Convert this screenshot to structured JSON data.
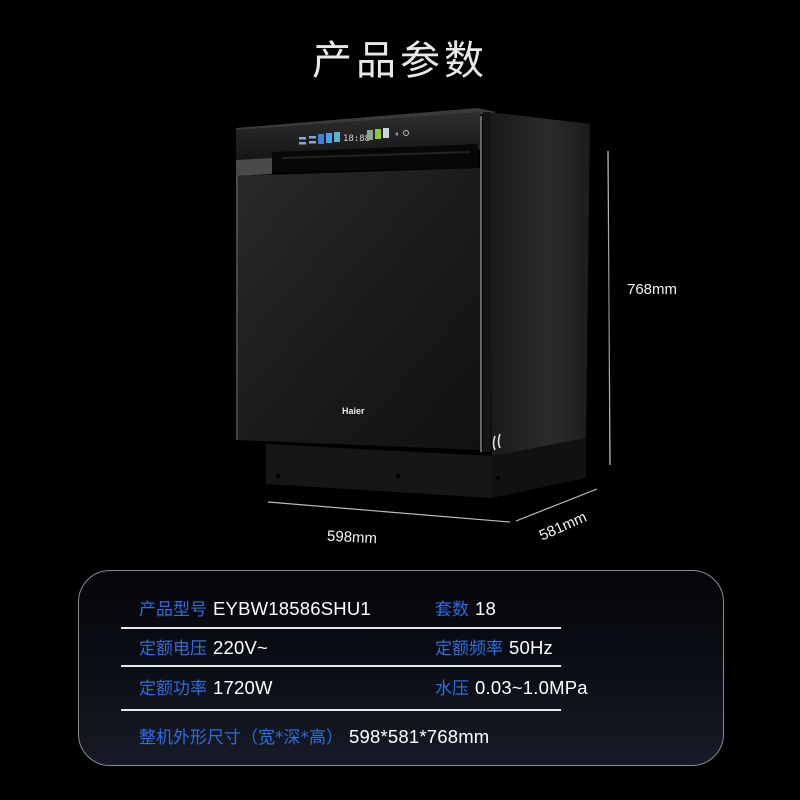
{
  "page": {
    "title": "产品参数",
    "background_color": "#000000"
  },
  "product_image": {
    "brand_logo": "Haier",
    "control_panel_display": "18:88",
    "dimension_labels": {
      "height": "768mm",
      "width": "598mm",
      "depth": "581mm"
    }
  },
  "specs_card": {
    "label_color": "#2f6de0",
    "value_color": "#ffffff",
    "rows": [
      {
        "left": {
          "label": "产品型号",
          "value": "EYBW18586SHU1"
        },
        "right": {
          "label": "套数",
          "value": "18"
        }
      },
      {
        "left": {
          "label": "定额电压",
          "value": "220V~"
        },
        "right": {
          "label": "定额频率",
          "value": "50Hz"
        }
      },
      {
        "left": {
          "label": "定额功率",
          "value": "1720W"
        },
        "right": {
          "label": "水压",
          "value": "0.03~1.0MPa"
        }
      }
    ],
    "dimensions_row": {
      "label": "整机外形尺寸（宽*深*高）",
      "value": "598*581*768mm"
    }
  }
}
